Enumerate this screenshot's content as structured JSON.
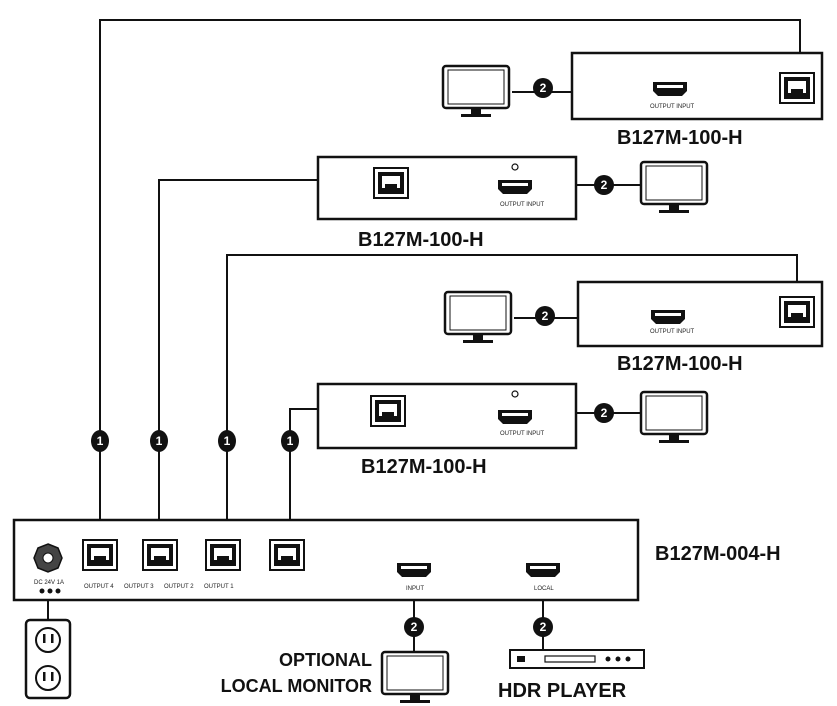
{
  "labels": {
    "receiver_top": "B127M-100-H",
    "receiver_2": "B127M-100-H",
    "receiver_3": "B127M-100-H",
    "receiver_4": "B127M-100-H",
    "transmitter": "B127M-004-H",
    "optional_line1": "OPTIONAL",
    "optional_line2": "LOCAL MONITOR",
    "hdr_player": "HDR PLAYER"
  },
  "port_labels": {
    "output_4": "OUTPUT 4",
    "output_3": "OUTPUT 3",
    "output_2": "OUTPUT 2",
    "output_1": "OUTPUT 1",
    "input": "INPUT",
    "local": "LOCAL",
    "power": "DC 24V 1A",
    "receiver_port": "OUTPUT INPUT"
  },
  "badges": {
    "cat_cable": "1",
    "hdmi_cable": "2"
  },
  "colors": {
    "line": "#111111",
    "background": "#ffffff"
  }
}
